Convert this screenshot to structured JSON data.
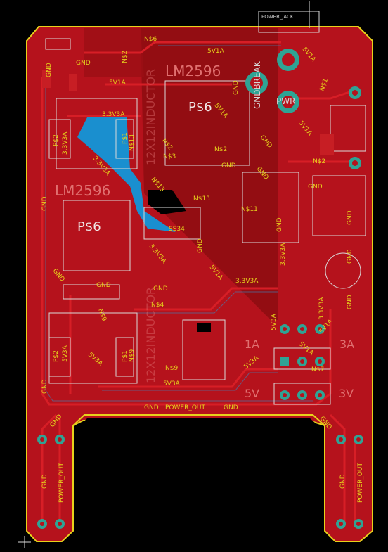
{
  "colors": {
    "background": "#000000",
    "copper_bottom": "#b5121c",
    "copper_top": "#a50f14",
    "copper_dark": "#7a0a10",
    "trace": "#d71e26",
    "blue_pour": "#1a8fcf",
    "outline": "#e7d21b",
    "silk": "#d9d9d9",
    "pad": "#2fa394",
    "label": "#e6d21c"
  },
  "labels": {
    "power_jack": "POWER_JACK",
    "gnd": "GND",
    "v5_1a": "5V1A",
    "v3_3a": "3.3V3A",
    "v5_3a": "5V3A",
    "power_out": "POWER_OUT",
    "lm2596": "LM2596",
    "p6": "P$6",
    "n36": "N$6",
    "n32": "N$2",
    "n31": "N$1",
    "n33": "N$3",
    "n34": "N$4",
    "n39": "N$9",
    "n37": "N$7",
    "n311": "N$11",
    "n313": "N$13",
    "gndbreak": "GNDBREAK",
    "pwr": "PWR",
    "inductor": "12X12INDUCTOR",
    "p31": "P$1",
    "p32": "P$2",
    "ss34": "SS34",
    "ps1": "1A",
    "ps3": "3A",
    "ps5": "5V",
    "ps33": "3V"
  }
}
